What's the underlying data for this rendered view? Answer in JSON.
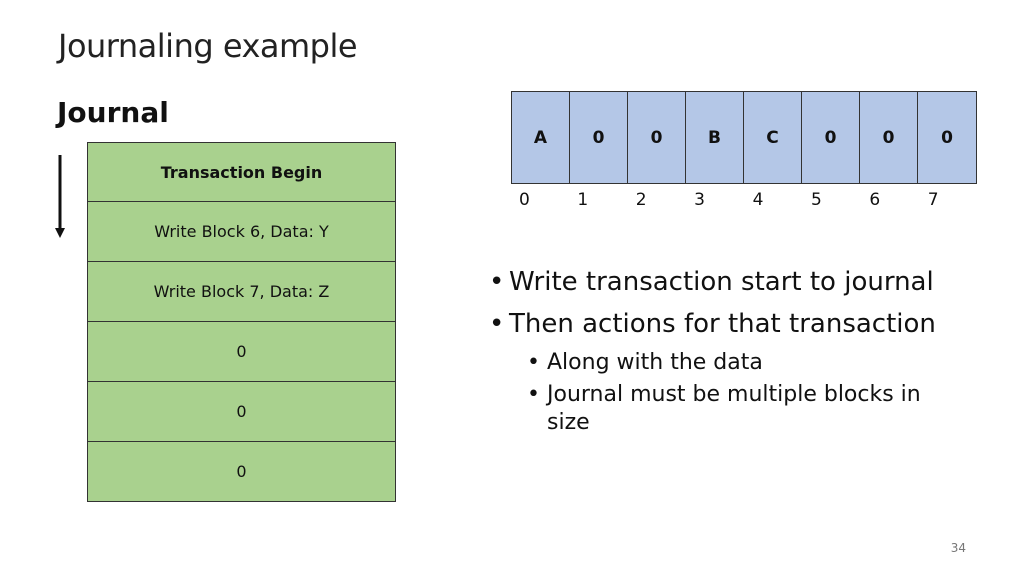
{
  "title": "Journaling example",
  "journal": {
    "label": "Journal",
    "rows": [
      "Transaction Begin",
      "Write Block 6, Data: Y",
      "Write Block 7, Data: Z",
      "0",
      "0",
      "0"
    ]
  },
  "disk": {
    "cells": [
      "A",
      "0",
      "0",
      "B",
      "C",
      "0",
      "0",
      "0"
    ],
    "indices": [
      "0",
      "1",
      "2",
      "3",
      "4",
      "5",
      "6",
      "7"
    ]
  },
  "bullets": [
    {
      "text": "Write transaction start to journal",
      "level": 1
    },
    {
      "text": "Then actions for that transaction",
      "level": 1
    },
    {
      "text": "Along with the data",
      "level": 2
    },
    {
      "text": "Journal must be multiple blocks in size",
      "level": 2
    }
  ],
  "bullet_glyph": "•",
  "page_number": "34",
  "colors": {
    "journal_fill": "#a9d18e",
    "disk_fill": "#b4c7e7"
  }
}
